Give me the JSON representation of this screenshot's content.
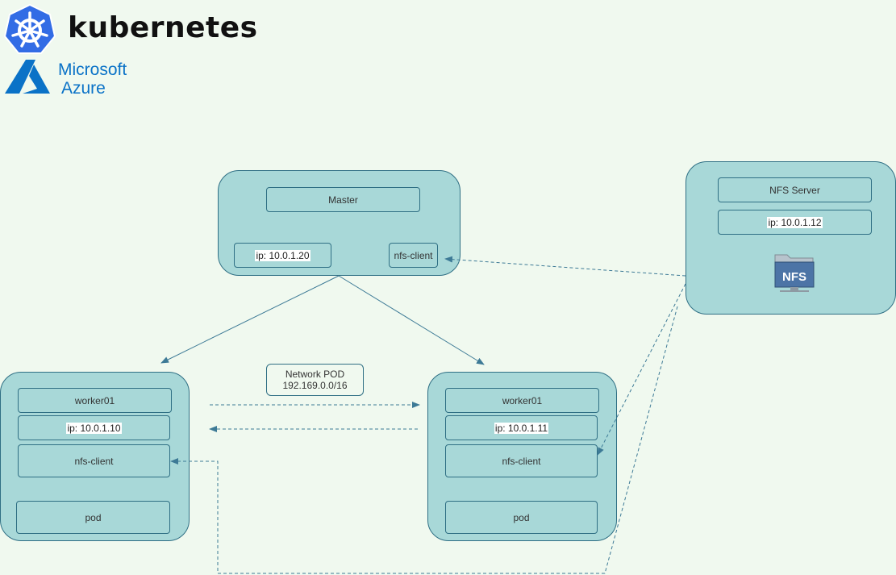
{
  "logos": {
    "kubernetes": "kubernetes",
    "azure_line1": "Microsoft",
    "azure_line2": "Azure"
  },
  "colors": {
    "background": "#f0f9ef",
    "node_fill": "#a8d8d8",
    "node_stroke": "#2f6f84",
    "k8s_blue": "#326ce5",
    "azure_blue": "#0a72c7"
  },
  "master": {
    "title": "Master",
    "ip": "ip: 10.0.1.20",
    "nfs_client": "nfs-client"
  },
  "nfs_server": {
    "title": "NFS Server",
    "ip": "ip: 10.0.1.12",
    "icon_text": "NFS",
    "icon": "nfs-folder-icon"
  },
  "worker_left": {
    "title": "worker01",
    "ip": "ip: 10.0.1.10",
    "nfs_client": "nfs-client",
    "pod": "pod"
  },
  "worker_right": {
    "title": "worker01",
    "ip": "ip: 10.0.1.11",
    "nfs_client": "nfs-client",
    "pod": "pod"
  },
  "network": {
    "line1": "Network POD",
    "line2": "192.169.0.0/16"
  }
}
